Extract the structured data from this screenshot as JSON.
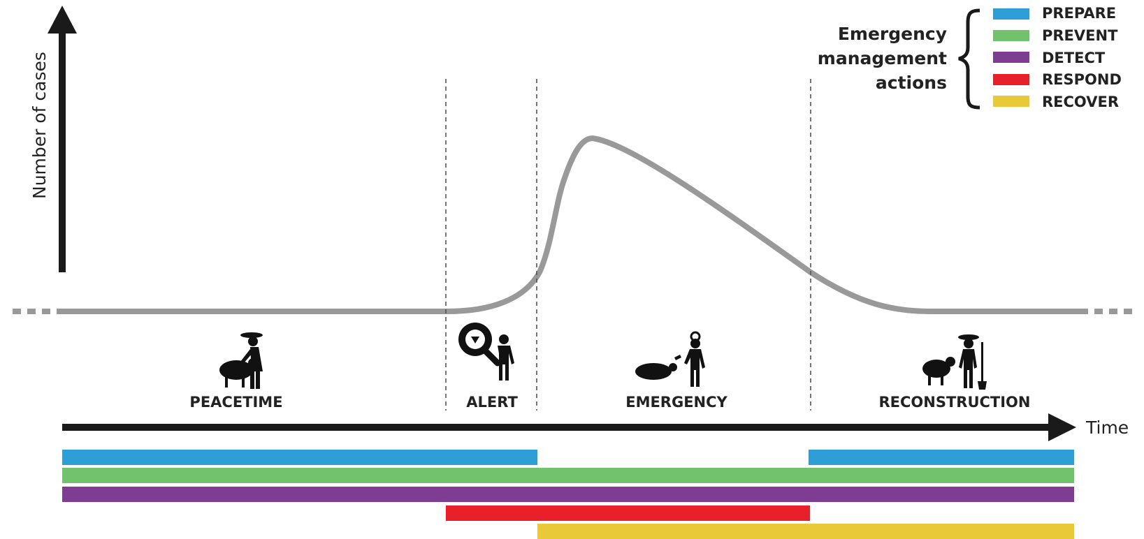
{
  "y_axis": {
    "label": "Number of cases"
  },
  "x_axis": {
    "label": "Time"
  },
  "legend": {
    "title_lines": [
      "Emergency",
      "management",
      "actions"
    ],
    "items": [
      {
        "key": "prepare",
        "label": "PREPARE",
        "color": "#2e9fd6"
      },
      {
        "key": "prevent",
        "label": "PREVENT",
        "color": "#72c16d"
      },
      {
        "key": "detect",
        "label": "DETECT",
        "color": "#7e3d93"
      },
      {
        "key": "respond",
        "label": "RESPOND",
        "color": "#e8202a"
      },
      {
        "key": "recover",
        "label": "RECOVER",
        "color": "#e9c937"
      }
    ]
  },
  "phases": [
    {
      "key": "peacetime",
      "label": "PEACETIME",
      "icon": "farmer-with-sheep-icon"
    },
    {
      "key": "alert",
      "label": "ALERT",
      "icon": "person-with-virus-magnifier-icon"
    },
    {
      "key": "emergency",
      "label": "EMERGENCY",
      "icon": "sick-animal-and-responder-icon"
    },
    {
      "key": "reconstruction",
      "label": "RECONSTRUCTION",
      "icon": "farmer-with-sheep-and-shovel-icon"
    }
  ],
  "colors": {
    "curve": "#999999",
    "axis": "#1a1a1a",
    "divider": "#555555"
  }
}
